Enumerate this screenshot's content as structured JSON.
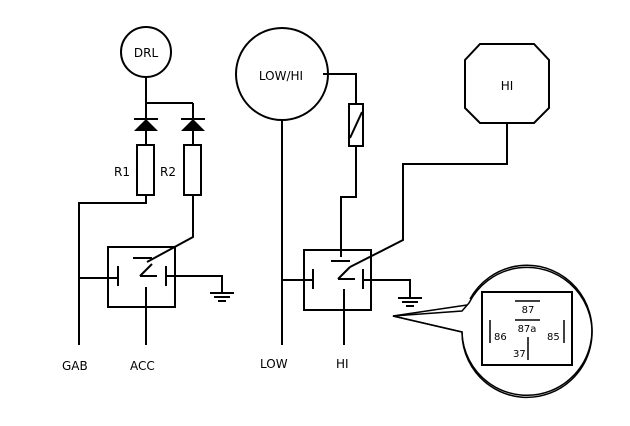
{
  "labels": {
    "drl": "DRL",
    "r1": "R1",
    "r2": "R2",
    "gab": "GAB",
    "acc": "ACC",
    "low_hi": "LOW/HI",
    "low": "LOW",
    "hi": "HI",
    "hi_lamp": "HI"
  },
  "pinout": {
    "p87": "87",
    "p87a": "87a",
    "p86": "86",
    "p85": "85",
    "p37": "37"
  }
}
